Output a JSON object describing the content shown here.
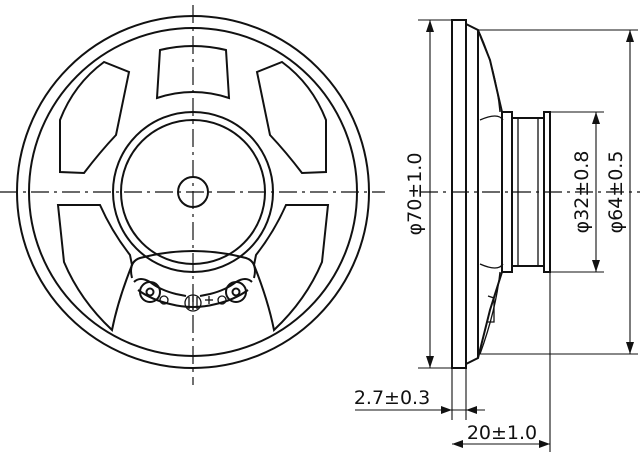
{
  "dimensions": {
    "outer_diameter": "φ70±1.0",
    "mounting_diameter": "φ64±0.5",
    "magnet_diameter": "φ32±0.8",
    "flange_thickness": "2.7±0.3",
    "overall_depth": "20±1.0"
  }
}
